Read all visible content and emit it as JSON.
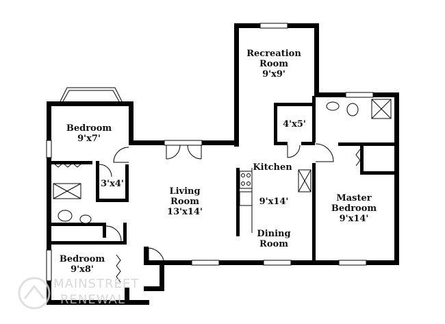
{
  "rooms": {
    "recreation": {
      "line1": "Recreation",
      "line2": "Room",
      "line3": "9'x9'"
    },
    "bedroom_top": {
      "line1": "Bedroom",
      "line2": "9'x7'"
    },
    "closet_4x5": {
      "line1": "4'x5'"
    },
    "closet_3x4": {
      "line1": "3'x4'"
    },
    "kitchen": {
      "line1": "Kitchen"
    },
    "living": {
      "line1": "Living",
      "line2": "Room",
      "line3": "13'x14'"
    },
    "kitchen_dim": {
      "line1": "9'x14'"
    },
    "dining": {
      "line1": "Dining",
      "line2": "Room"
    },
    "master": {
      "line1": "Master",
      "line2": "Bedroom",
      "line3": "9'x14'"
    },
    "bedroom_bottom": {
      "line1": "Bedroom",
      "line2": "9'x8'"
    }
  },
  "watermark": {
    "line1": "MAINSTREET",
    "line2": "RENEWAL"
  }
}
